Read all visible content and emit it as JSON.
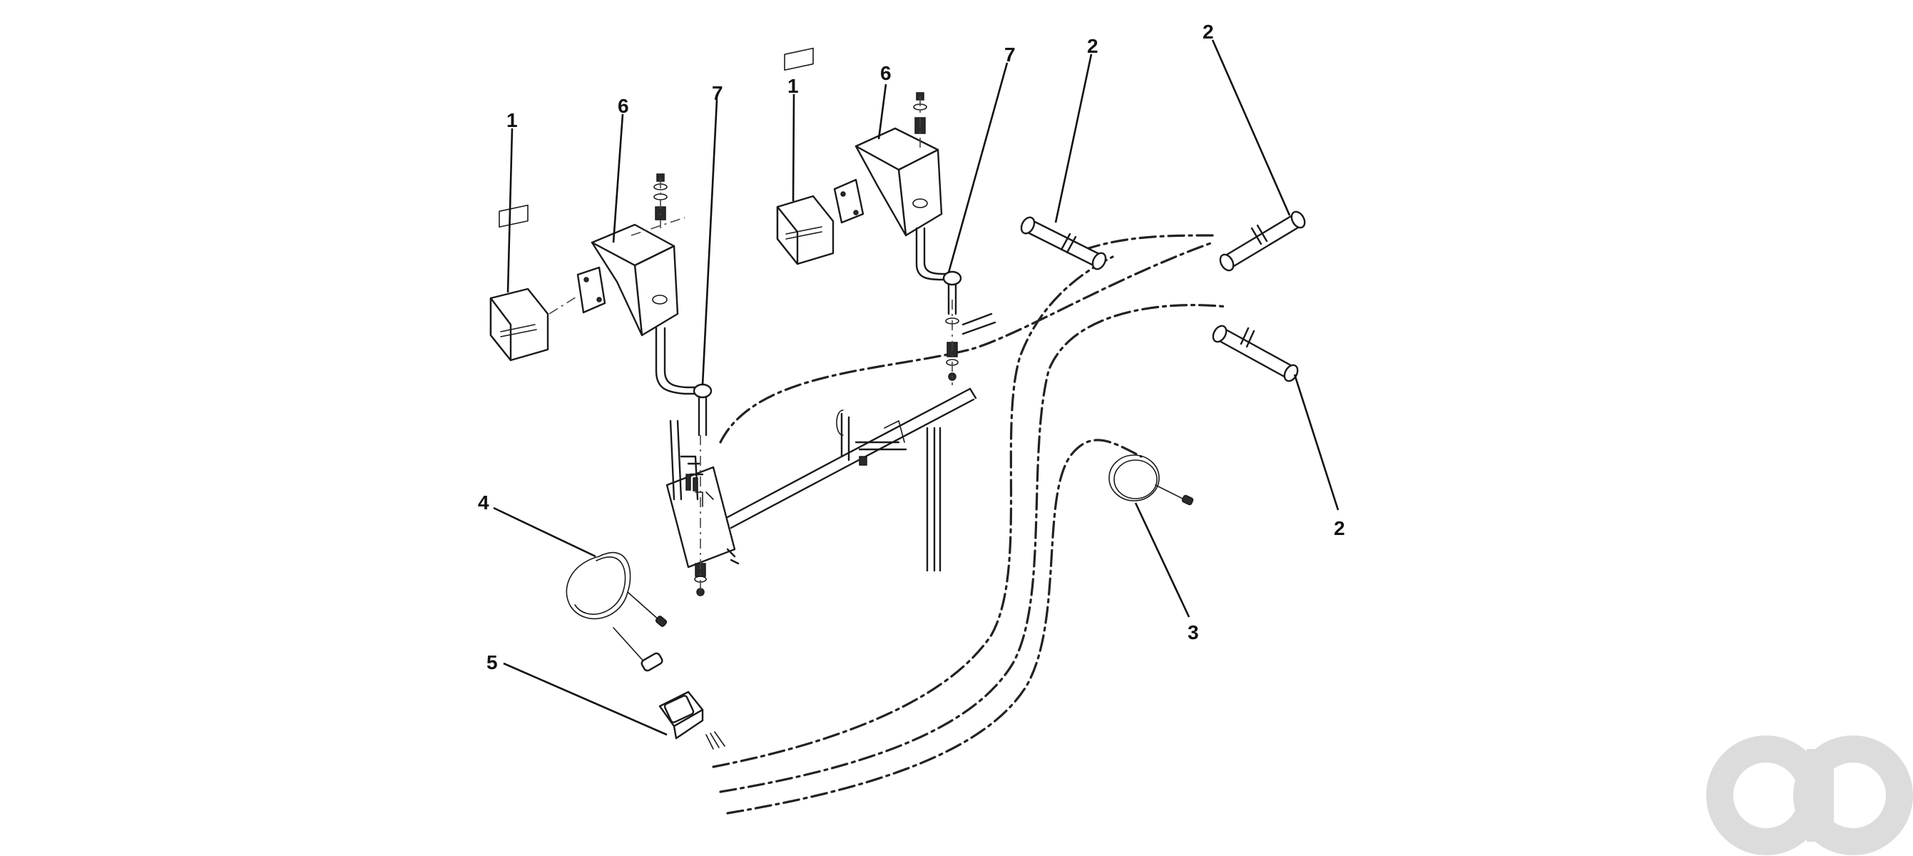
{
  "callouts": {
    "display_left": "1",
    "display_right": "1",
    "load_cell_upper": "2",
    "load_cell_far": "2",
    "load_cell_lower": "2",
    "cable_3": "3",
    "cable_4": "4",
    "connector_5": "5",
    "bracket_left": "6",
    "bracket_right": "6",
    "mount_left": "7",
    "mount_right": "7"
  },
  "watermark": {
    "icon": "ao-logo-icon",
    "color": "#dcdcdc"
  }
}
